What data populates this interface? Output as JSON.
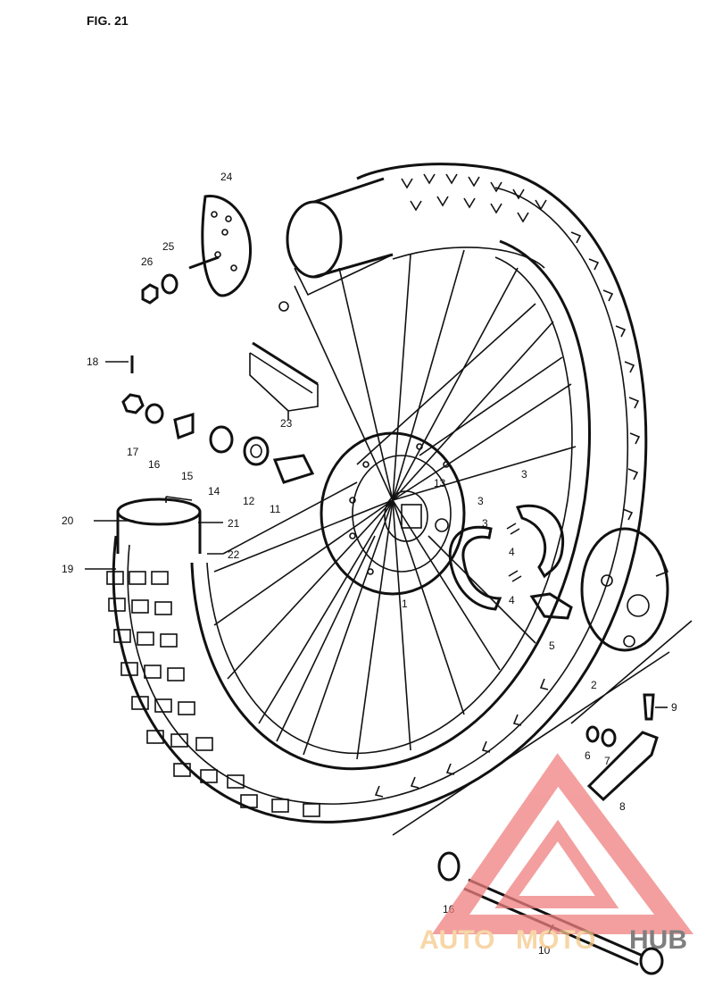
{
  "figure_label": "FIG. 21",
  "part_labels": {
    "p1": "1",
    "p2": "2",
    "p3a": "3",
    "p3b": "3",
    "p3c": "3",
    "p4a": "4",
    "p4b": "4",
    "p5": "5",
    "p6": "6",
    "p7": "7",
    "p8": "8",
    "p9": "9",
    "p10": "10",
    "p11": "11",
    "p12": "12",
    "p13": "13",
    "p14": "14",
    "p15": "15",
    "p16a": "16",
    "p16b": "16",
    "p17": "17",
    "p18": "18",
    "p19": "19",
    "p20": "20",
    "p21": "21",
    "p22": "22",
    "p23": "23",
    "p24": "24",
    "p25": "25",
    "p26": "26"
  },
  "watermark": {
    "text_auto": "AUTO",
    "text_moto": "MOTO",
    "text_hub": "HUB",
    "color_primary": "#f08080",
    "color_secondary": "#f5c98a",
    "color_dark": "#555555"
  },
  "colors": {
    "ink": "#111111",
    "paper": "#ffffff"
  }
}
